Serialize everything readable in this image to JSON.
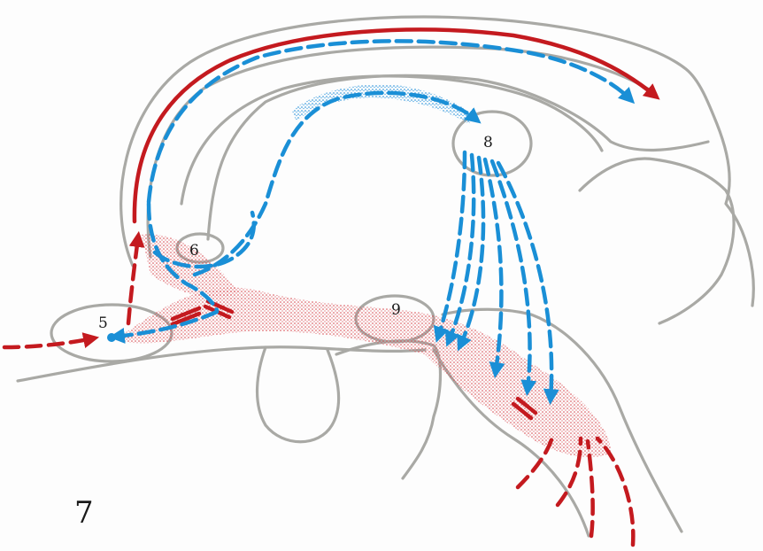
{
  "figure_number": "7",
  "labels": {
    "n5": "5",
    "n6": "6",
    "n8": "8",
    "n9": "9"
  },
  "colors": {
    "outline": "#a9a9a5",
    "red": "#c41a1f",
    "blue": "#1a8fd6",
    "red_stipple": "#d7434a",
    "blue_stipple": "#4aa3e0"
  }
}
